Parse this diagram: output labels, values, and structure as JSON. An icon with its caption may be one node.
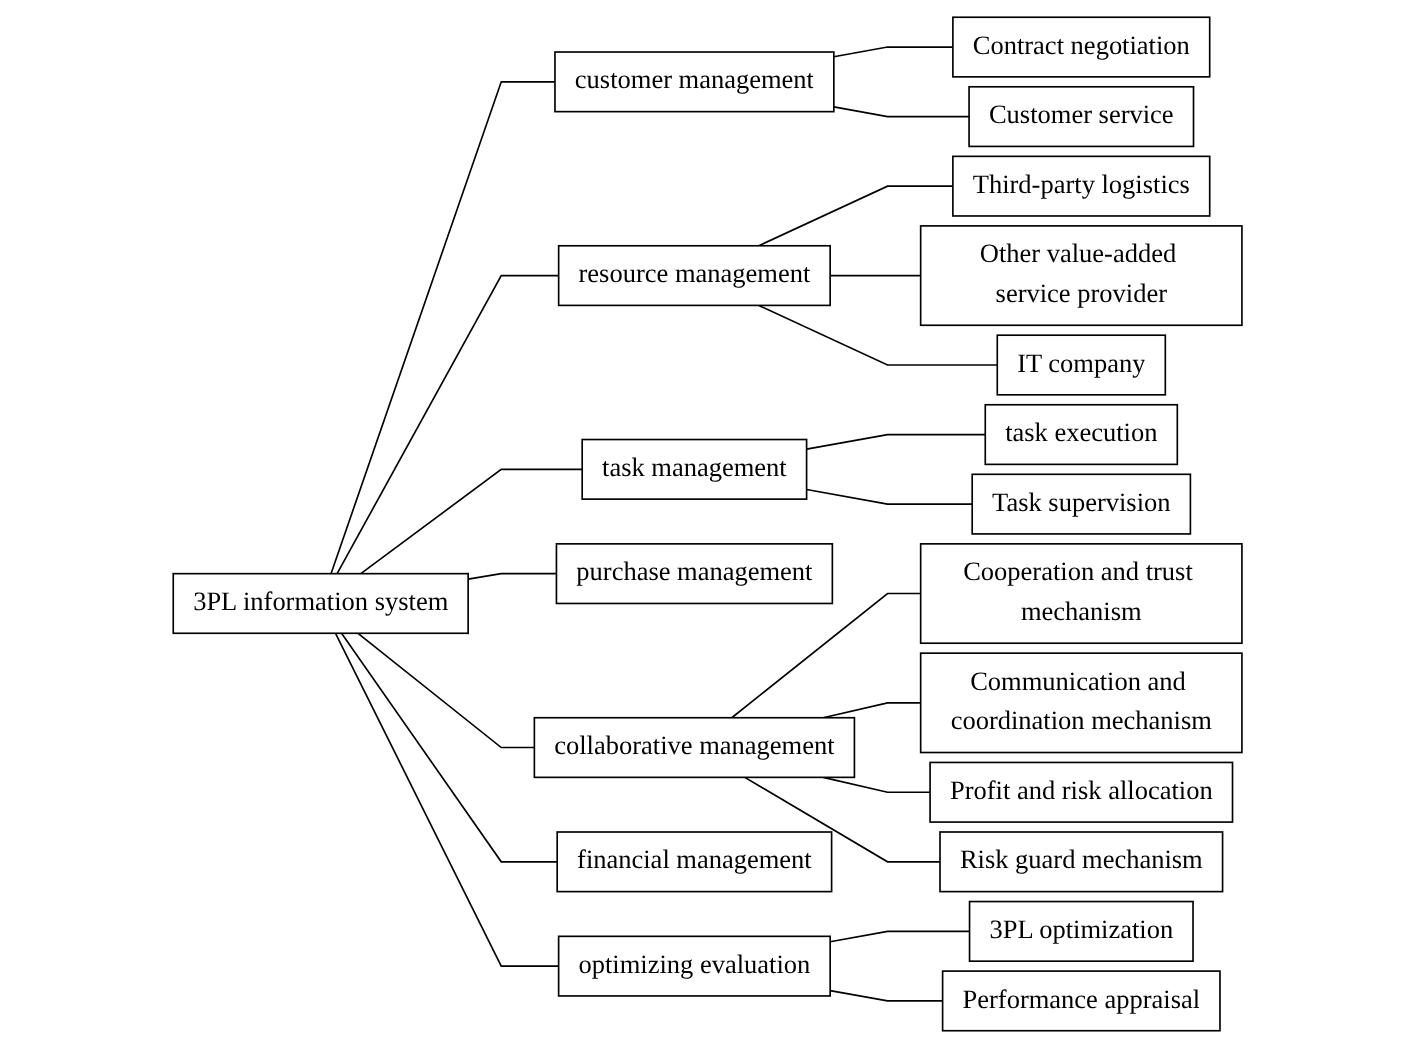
{
  "diagram": {
    "nodes": [
      {
        "text": [
          "3PL information system"
        ]
      },
      {
        "text": [
          "customer management"
        ]
      },
      {
        "text": [
          "resource management"
        ]
      },
      {
        "text": [
          "task management"
        ]
      },
      {
        "text": [
          "purchase management"
        ]
      },
      {
        "text": [
          "collaborative management"
        ]
      },
      {
        "text": [
          "financial management"
        ]
      },
      {
        "text": [
          "optimizing evaluation"
        ]
      },
      {
        "text": [
          "Contract negotiation"
        ]
      },
      {
        "text": [
          "Customer service"
        ]
      },
      {
        "text": [
          "Third-party logistics"
        ]
      },
      {
        "text": [
          "Other value-added service provider"
        ]
      },
      {
        "text": [
          "IT company"
        ]
      },
      {
        "text": [
          "task execution"
        ]
      },
      {
        "text": [
          "Task supervision"
        ]
      },
      {
        "text": [
          "Cooperation and trust mechanism"
        ]
      },
      {
        "text": [
          "Communication and coordination mechanism"
        ]
      },
      {
        "text": [
          "Profit and risk allocation"
        ]
      },
      {
        "text": [
          "Risk guard mechanism"
        ]
      },
      {
        "text": [
          "3PL optimization"
        ]
      },
      {
        "text": [
          "Performance appraisal"
        ]
      }
    ],
    "edges": [
      {
        "from": 0,
        "to": 1,
        "arrow": "none"
      },
      {
        "from": 0,
        "to": 2,
        "arrow": "none"
      },
      {
        "from": 0,
        "to": 3,
        "arrow": "none"
      },
      {
        "from": 0,
        "to": 4,
        "arrow": "none"
      },
      {
        "from": 0,
        "to": 5,
        "arrow": "none"
      },
      {
        "from": 0,
        "to": 6,
        "arrow": "none"
      },
      {
        "from": 0,
        "to": 7,
        "arrow": "none"
      },
      {
        "from": 1,
        "to": 8,
        "arrow": "none"
      },
      {
        "from": 1,
        "to": 9,
        "arrow": "none"
      },
      {
        "from": 2,
        "to": 10,
        "arrow": "none"
      },
      {
        "from": 2,
        "to": 11,
        "arrow": "none"
      },
      {
        "from": 2,
        "to": 12,
        "arrow": "none"
      },
      {
        "from": 3,
        "to": 13,
        "arrow": "none"
      },
      {
        "from": 3,
        "to": 14,
        "arrow": "none"
      },
      {
        "from": 5,
        "to": 15,
        "arrow": "none"
      },
      {
        "from": 5,
        "to": 16,
        "arrow": "none"
      },
      {
        "from": 5,
        "to": 17,
        "arrow": "none"
      },
      {
        "from": 5,
        "to": 18,
        "arrow": "none"
      },
      {
        "from": 7,
        "to": 19,
        "arrow": "none"
      },
      {
        "from": 7,
        "to": 20,
        "arrow": "none"
      }
    ]
  }
}
